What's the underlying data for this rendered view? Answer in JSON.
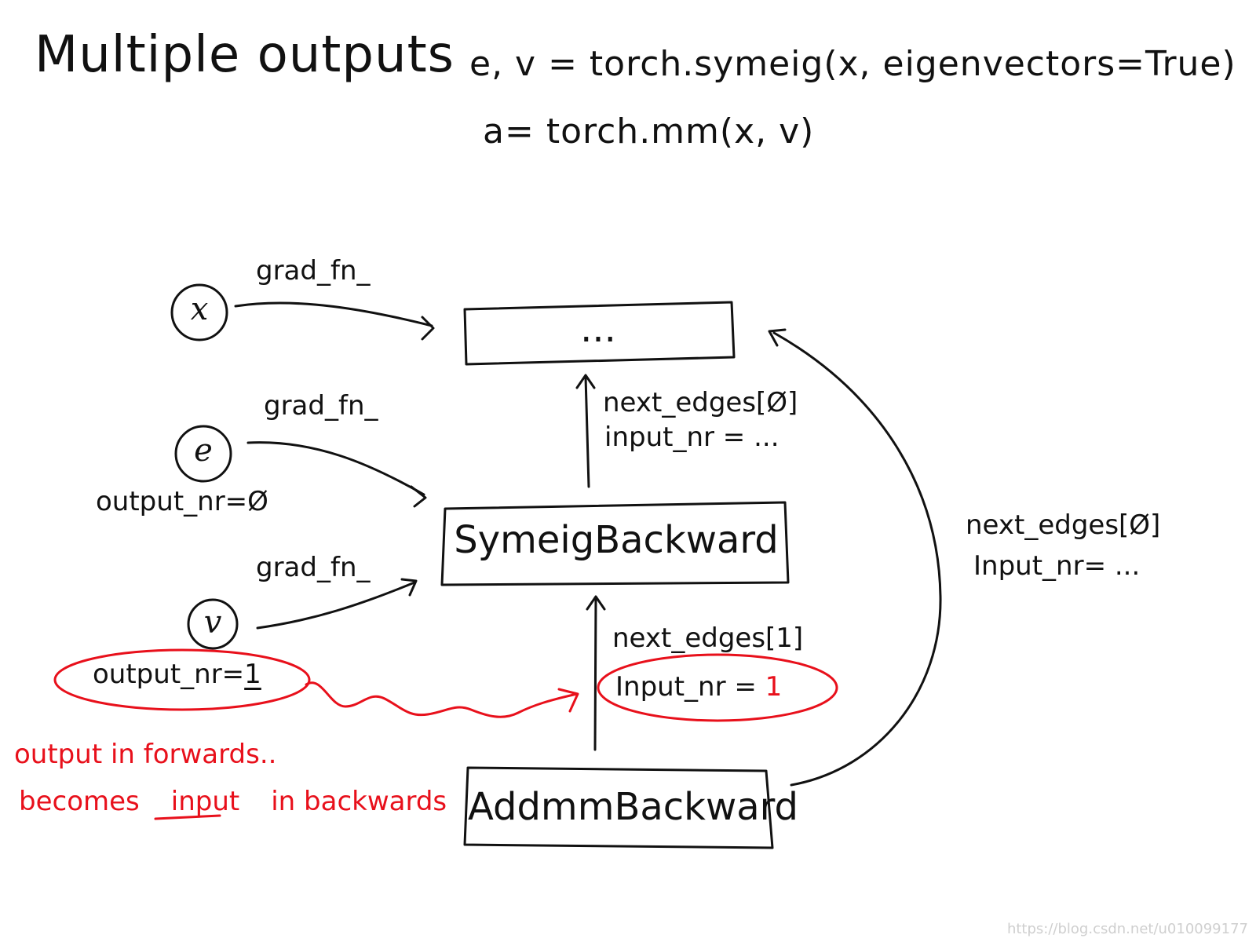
{
  "title": "Multiple outputs",
  "code": {
    "line1": "e, v = torch.symeig(x, eigenvectors=True)",
    "line2": "a= torch.mm(x, v)"
  },
  "nodes": {
    "x": "x",
    "e": "e",
    "v": "v"
  },
  "boxes": {
    "top": "...",
    "symeig": "SymeigBackward",
    "addmm": "AddmmBackward"
  },
  "labels": {
    "grad_fn_x": "grad_fn_",
    "grad_fn_e": "grad_fn_",
    "grad_fn_v": "grad_fn_",
    "e_output_nr": "output_nr=Ø",
    "v_output_nr_prefix": "output_nr=",
    "v_output_nr_value": "1",
    "symeig_next_edges": "next_edges[Ø]",
    "symeig_input_nr": "input_nr = ...",
    "addmm_next_edges_1": "next_edges[1]",
    "addmm_input_nr_prefix": "Input_nr = ",
    "addmm_input_nr_value": "1",
    "addmm_next_edges_0": "next_edges[Ø]",
    "addmm_input_nr_0": "Input_nr= ..."
  },
  "annotation": {
    "line1": "output in forwards..",
    "line2_a": "becomes",
    "line2_b": "input",
    "line2_c": "in backwards"
  },
  "watermark": "https://blog.csdn.net/u010099177",
  "colors": {
    "ink": "#111111",
    "highlight": "#e8101b"
  }
}
